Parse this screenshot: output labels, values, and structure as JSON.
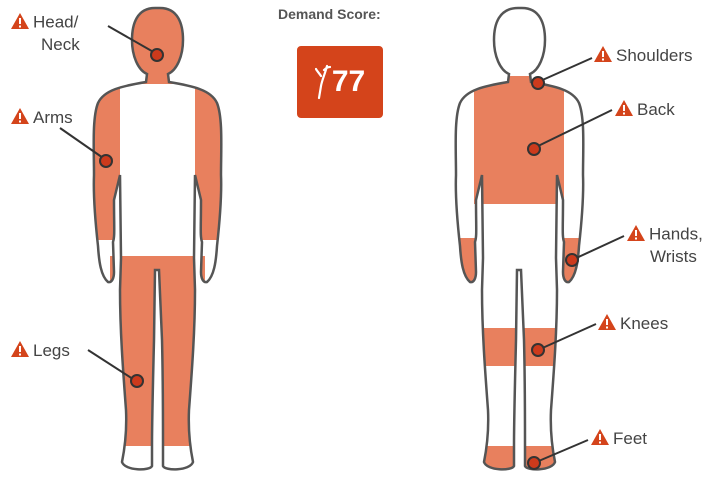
{
  "demand": {
    "title": "Demand Score:",
    "score": "77",
    "badge_color": "#d4441b"
  },
  "colors": {
    "highlight": "#e8805e",
    "outline": "#555555",
    "marker": "#cc3a1c",
    "warning": "#d4441b"
  },
  "icons": {
    "warning": "warning-triangle-icon",
    "logo": "figure-logo-icon"
  },
  "front_labels": [
    {
      "line1": "Head/",
      "line2": "Neck"
    },
    {
      "line1": "Arms"
    },
    {
      "line1": "Legs"
    }
  ],
  "back_labels": [
    {
      "line1": "Shoulders"
    },
    {
      "line1": "Back"
    },
    {
      "line1": "Hands,",
      "line2": "Wrists"
    },
    {
      "line1": "Knees"
    },
    {
      "line1": "Feet"
    }
  ]
}
